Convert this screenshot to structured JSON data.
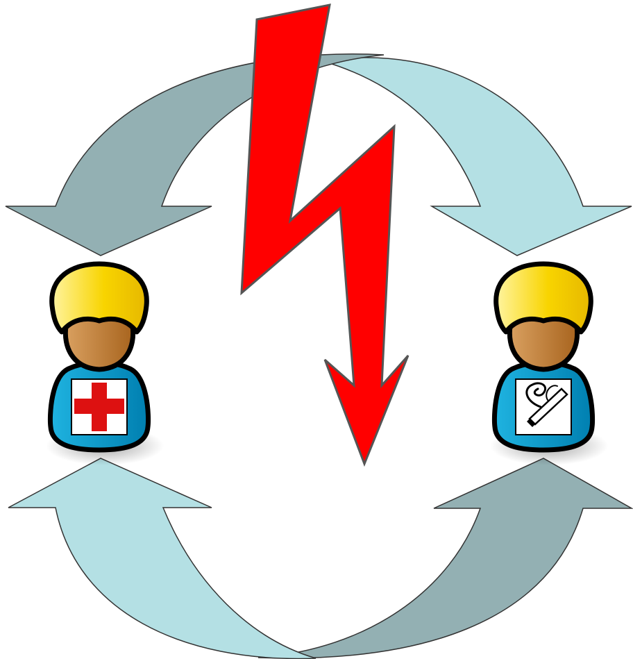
{
  "diagram": {
    "colors": {
      "arrow_dark": "#93b0b3",
      "arrow_light": "#b4e0e4",
      "arrow_stroke": "#333333",
      "lightning_fill": "#ff0000",
      "lightning_stroke": "#555555",
      "hair": "#f5d000",
      "hair_highlight": "#fff4a0",
      "face": "#c88a3a",
      "shirt": "#0097c9",
      "outline": "#000000",
      "badge_bg": "#ffffff",
      "red_cross": "#dd1111"
    },
    "arrows": [
      {
        "id": "top-left-arrow",
        "shade": "dark"
      },
      {
        "id": "top-right-arrow",
        "shade": "light"
      },
      {
        "id": "bottom-left-arrow",
        "shade": "light"
      },
      {
        "id": "bottom-right-arrow",
        "shade": "dark"
      }
    ],
    "persons": [
      {
        "id": "left-person",
        "badge_icon": "red-cross-icon"
      },
      {
        "id": "right-person",
        "badge_icon": "smoking-icon"
      }
    ],
    "center_icon": "lightning-bolt-icon"
  }
}
